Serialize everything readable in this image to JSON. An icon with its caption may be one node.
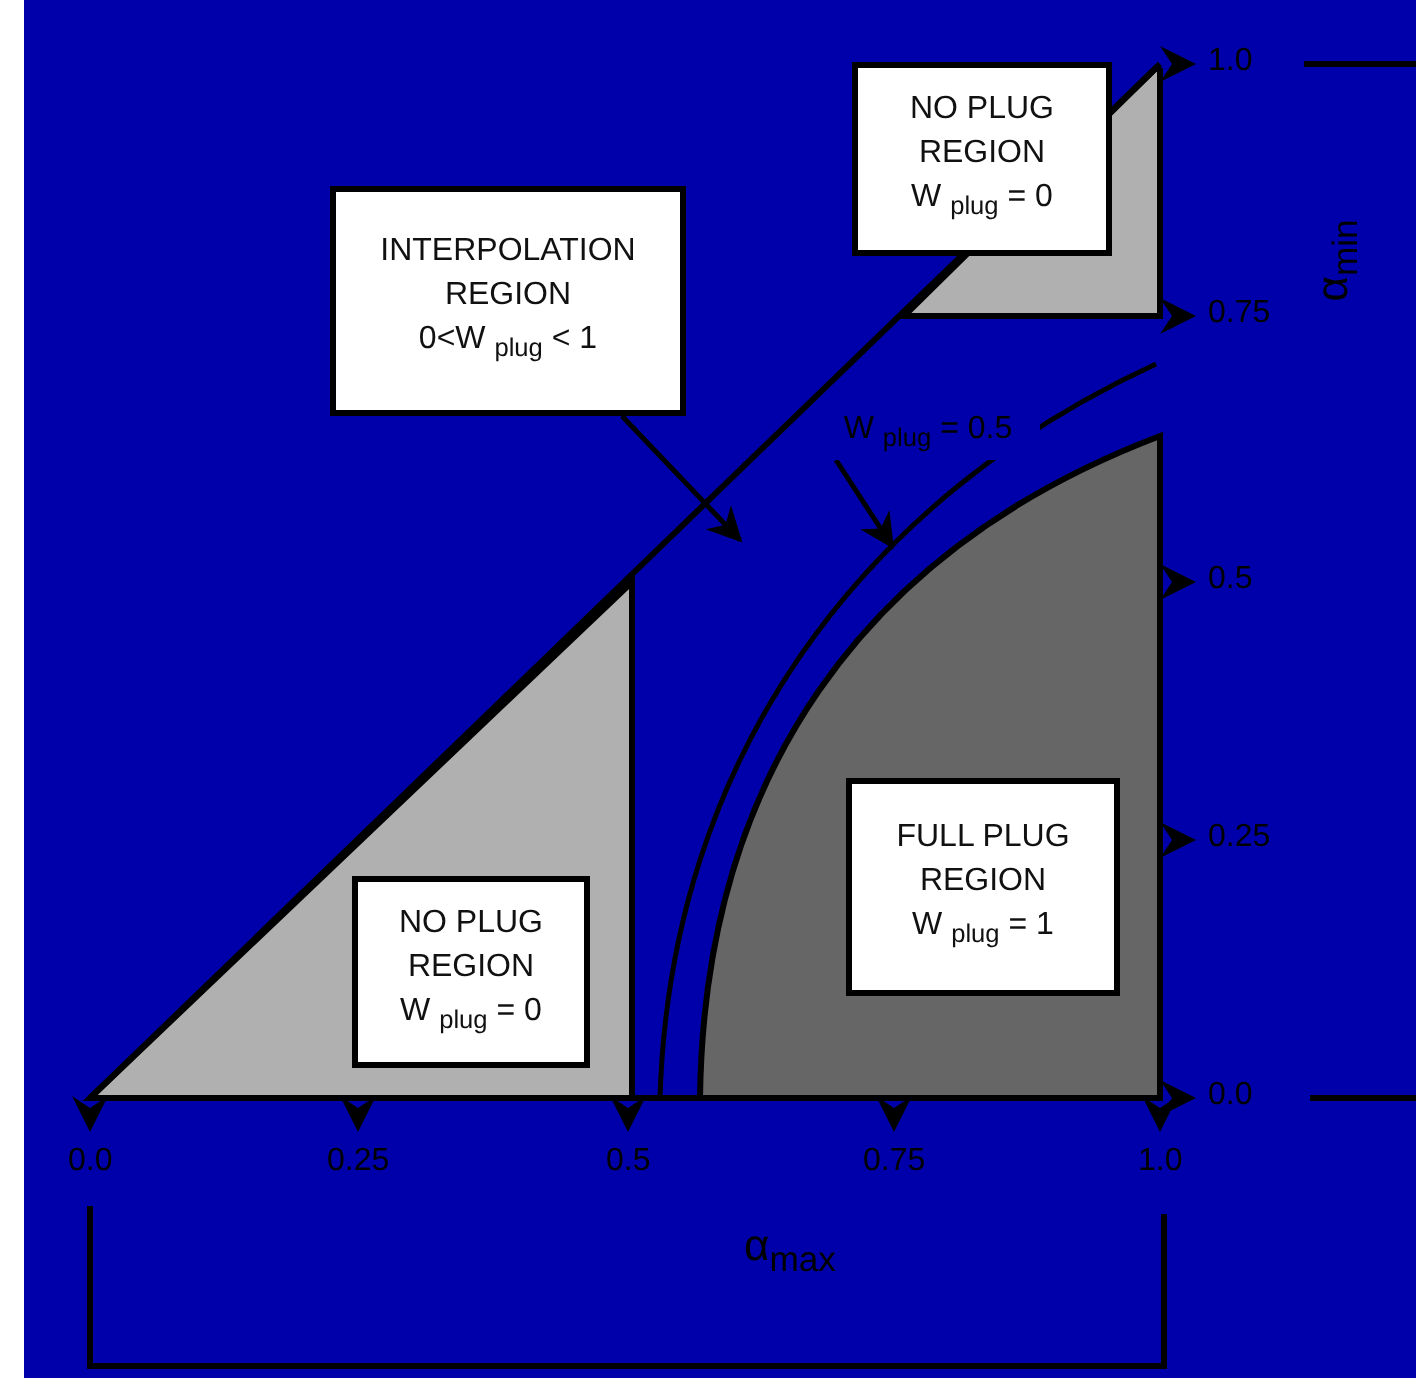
{
  "diagram": {
    "nodes": [
      {
        "text": [
          "INTERPOLATION REGION",
          "0<W $_{plug}$ < 1"
        ]
      },
      {
        "text": [
          "NO PLUG REGION",
          "W $_{plug}$ = 0"
        ]
      },
      {
        "text": [
          "NO PLUG REGION",
          "W $_{plug}$ = 0"
        ]
      },
      {
        "text": [
          "FULL PLUG REGION",
          "W $_{plug}$ = 1"
        ]
      },
      {
        "text": [
          "W $_{plug}$ = 0.5"
        ]
      }
    ],
    "edges": [
      {
        "from": 0,
        "to": null,
        "arrow": "to"
      },
      {
        "from": 4,
        "to": null,
        "arrow": "to"
      }
    ],
    "labels": [
      "1.0",
      "0.75",
      "α$_{min}$",
      "0.5",
      "0.25",
      "0.0",
      "0.0",
      "0.25",
      "0.5",
      "0.75",
      "1.0",
      "α$_{max}$"
    ]
  }
}
